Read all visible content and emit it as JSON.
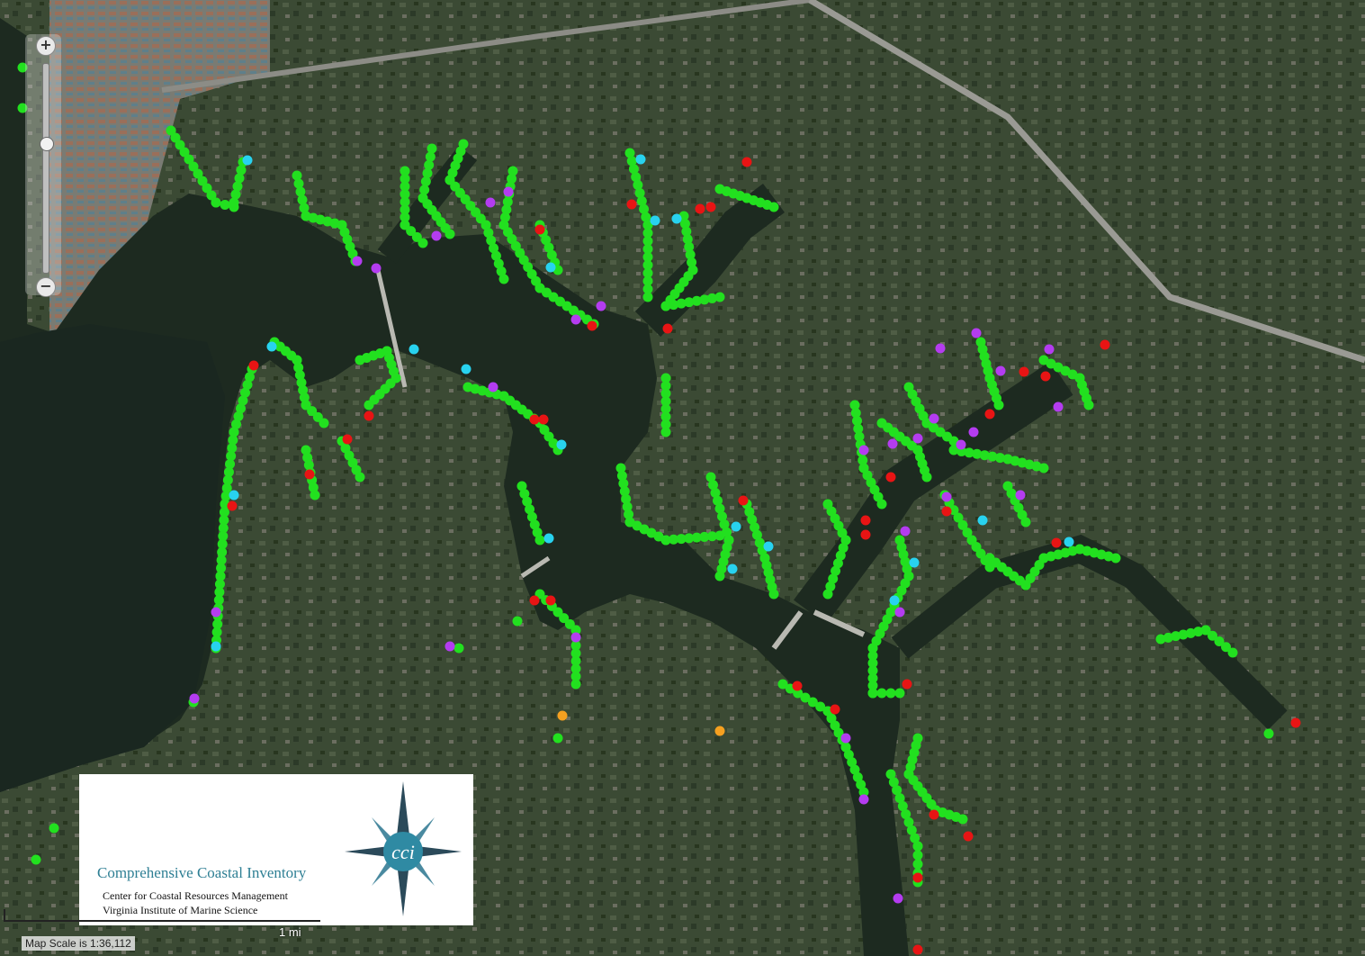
{
  "map": {
    "type": "aerial-shoreline-inventory",
    "point_colors": {
      "green": "#22e01f",
      "red": "#e81414",
      "purple": "#b43cf0",
      "cyan": "#28d2ef",
      "orange": "#f5a020"
    }
  },
  "controls": {
    "zoom_in_label": "+",
    "zoom_out_label": "−"
  },
  "logo": {
    "title": "Comprehensive Coastal Inventory",
    "line1": "Center for Coastal Resources Management",
    "line2": "Virginia Institute of Marine Science",
    "badge": "cci"
  },
  "scale": {
    "bar_label": "1 mi",
    "scale_text": "Map Scale is 1:36,112"
  }
}
